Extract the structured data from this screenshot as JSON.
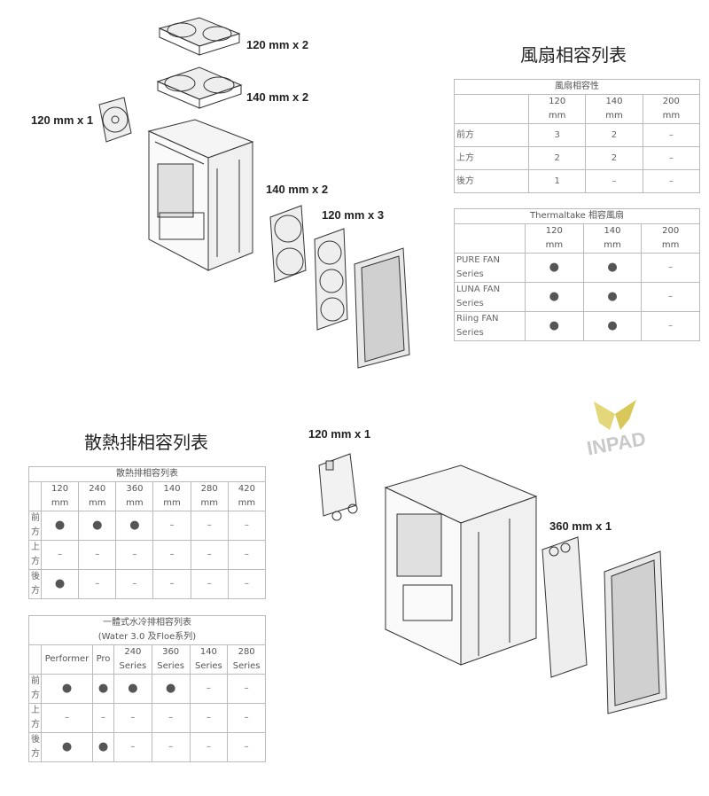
{
  "fan_labels": {
    "top_120": "120 mm x 2",
    "top_140": "140 mm x 2",
    "rear_120": "120 mm x 1",
    "front_140": "140 mm x 2",
    "front_120": "120 mm x 3"
  },
  "fan_section": {
    "title": "風扇相容列表",
    "table1": {
      "caption": "風扇相容性",
      "cols": [
        [
          "120",
          "mm"
        ],
        [
          "140",
          "mm"
        ],
        [
          "200",
          "mm"
        ]
      ],
      "rows": [
        {
          "label": "前方",
          "cells": [
            "3",
            "2",
            "–"
          ]
        },
        {
          "label": "上方",
          "cells": [
            "2",
            "2",
            "–"
          ]
        },
        {
          "label": "後方",
          "cells": [
            "1",
            "–",
            "–"
          ]
        }
      ]
    },
    "table2": {
      "caption": "Thermaltake 相容風扇",
      "cols": [
        [
          "120",
          "mm"
        ],
        [
          "140",
          "mm"
        ],
        [
          "200",
          "mm"
        ]
      ],
      "rows": [
        {
          "label": [
            "PURE FAN",
            "Series"
          ],
          "cells": [
            "●",
            "●",
            "–"
          ]
        },
        {
          "label": [
            "LUNA FAN",
            "Series"
          ],
          "cells": [
            "●",
            "●",
            "–"
          ]
        },
        {
          "label": [
            "Riing FAN",
            "Series"
          ],
          "cells": [
            "●",
            "●",
            "–"
          ]
        }
      ]
    }
  },
  "radiator_section": {
    "title": "散熱排相容列表",
    "table1": {
      "caption": "散熱排相容列表",
      "cols": [
        [
          "120",
          "mm"
        ],
        [
          "240",
          "mm"
        ],
        [
          "360",
          "mm"
        ],
        [
          "140",
          "mm"
        ],
        [
          "280",
          "mm"
        ],
        [
          "420",
          "mm"
        ]
      ],
      "rows": [
        {
          "label": [
            "前",
            "方"
          ],
          "cells": [
            "●",
            "●",
            "●",
            "–",
            "–",
            "–"
          ]
        },
        {
          "label": [
            "上",
            "方"
          ],
          "cells": [
            "–",
            "–",
            "–",
            "–",
            "–",
            "–"
          ]
        },
        {
          "label": [
            "後",
            "方"
          ],
          "cells": [
            "●",
            "–",
            "–",
            "–",
            "–",
            "–"
          ]
        }
      ]
    },
    "table2": {
      "caption_line1": "一體式水冷排相容列表",
      "caption_line2": "(Water 3.0 及Floe系列)",
      "cols": [
        [
          "Performer"
        ],
        [
          "Pro"
        ],
        [
          "240",
          "Series"
        ],
        [
          "360",
          "Series"
        ],
        [
          "140",
          "Series"
        ],
        [
          "280",
          "Series"
        ]
      ],
      "rows": [
        {
          "label": [
            "前",
            "方"
          ],
          "cells": [
            "●",
            "●",
            "●",
            "●",
            "–",
            "–"
          ]
        },
        {
          "label": [
            "上",
            "方"
          ],
          "cells": [
            "–",
            "–",
            "–",
            "–",
            "–",
            "–"
          ]
        },
        {
          "label": [
            "後",
            "方"
          ],
          "cells": [
            "●",
            "●",
            "–",
            "–",
            "–",
            "–"
          ]
        }
      ]
    }
  },
  "radiator_labels": {
    "rear_120": "120 mm x 1",
    "front_360": "360 mm x 1"
  },
  "watermark": {
    "text": "INPAD",
    "color": "#d8c85a"
  }
}
